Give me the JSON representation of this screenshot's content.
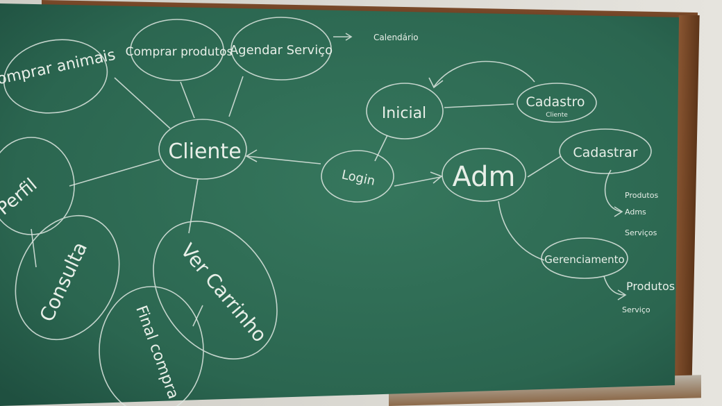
{
  "board": {
    "nodes": {
      "comprar_animais": "Comprar animais",
      "comprar_produtos": "Comprar produtos",
      "agendar_servico": "Agendar Serviço",
      "calendario": "Calendário",
      "perfil": "Perfil",
      "cliente": "Cliente",
      "consulta": "Consulta",
      "ver_carrinho": "Ver Carrinho",
      "final_compra": "Final compra",
      "login": "Login",
      "inicial": "Inicial",
      "cadastro": "Cadastro",
      "cadastro_sub": "Cliente",
      "adm": "Adm",
      "cadastrar": "Cadastrar",
      "gerenciamento": "Gerenciamento"
    },
    "cadastrar_items": [
      "Produtos",
      "Adms",
      "Serviços"
    ],
    "gerenciamento_items": [
      "Produtos",
      "Serviço"
    ]
  },
  "colors": {
    "board": "#2f6a52",
    "chalk": "#e6eee8",
    "frame": "#6b3f22"
  }
}
